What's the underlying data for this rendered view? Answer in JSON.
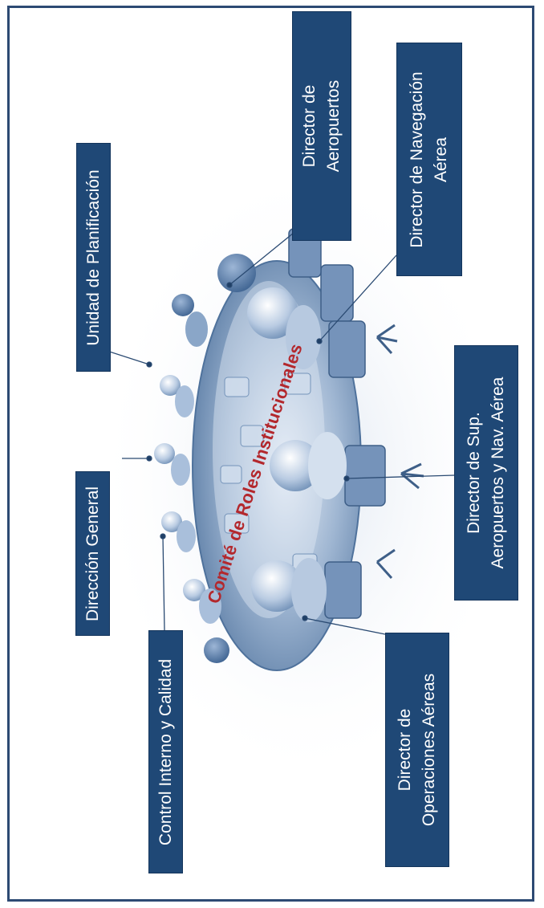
{
  "diagram": {
    "center_title": "Comité de Roles Institucionales",
    "roles": [
      {
        "id": "unidad",
        "lines": [
          "Unidad de Planificación"
        ]
      },
      {
        "id": "direccion",
        "lines": [
          "Dirección General"
        ]
      },
      {
        "id": "control",
        "lines": [
          "Control Interno y Calidad"
        ]
      },
      {
        "id": "aeropuertos",
        "lines": [
          "Director de",
          "Aeropuertos"
        ]
      },
      {
        "id": "navegacion",
        "lines": [
          "Director de Navegación",
          "Aérea"
        ]
      },
      {
        "id": "supervision",
        "lines": [
          "Director de Sup.",
          "Aeropuertos y Nav. Aérea"
        ]
      },
      {
        "id": "operaciones",
        "lines": [
          "Director de",
          "Operaciones Aéreas"
        ]
      }
    ],
    "colors": {
      "box": "#1f4876",
      "title": "#b3282d",
      "border": "#2d4a73"
    }
  }
}
